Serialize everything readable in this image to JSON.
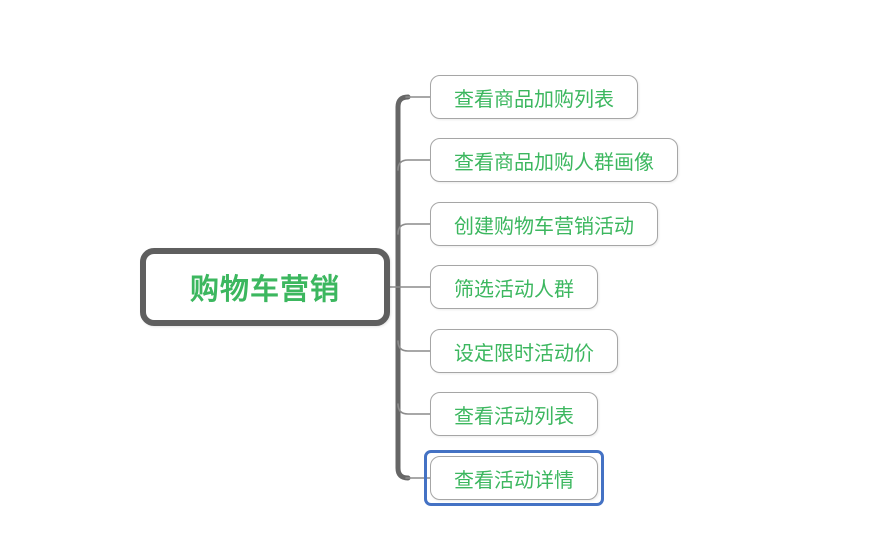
{
  "diagram": {
    "type": "mindmap",
    "root": {
      "label": "购物车营销"
    },
    "children": [
      {
        "label": "查看商品加购列表",
        "selected": false
      },
      {
        "label": "查看商品加购人群画像",
        "selected": false
      },
      {
        "label": "创建购物车营销活动",
        "selected": false
      },
      {
        "label": "筛选活动人群",
        "selected": false
      },
      {
        "label": "设定限时活动价",
        "selected": false
      },
      {
        "label": "查看活动列表",
        "selected": false
      },
      {
        "label": "查看活动详情",
        "selected": true
      }
    ],
    "colors": {
      "background": "#ffffff",
      "node_text": "#3cb75f",
      "root_border": "#5f5f5f",
      "child_border": "#a6a6a6",
      "trunk_line": "#666666",
      "branch_line": "#8c8c8c",
      "selection_outline": "#4472c4"
    }
  }
}
